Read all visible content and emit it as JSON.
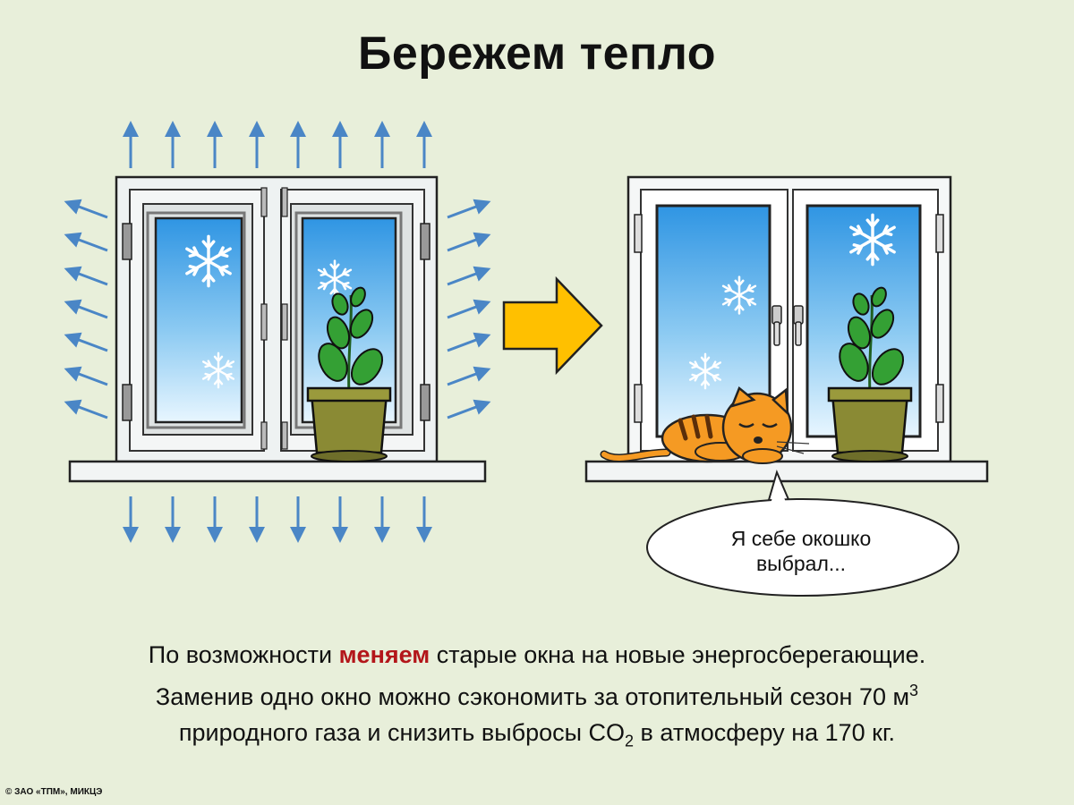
{
  "title": "Бережем тепло",
  "bubble": {
    "line1": "Я себе окошко",
    "line2": "выбрал..."
  },
  "caption": {
    "l1_pre": "По возможности ",
    "l1_hl": "меняем",
    "l1_post": " старые окна на новые энергосберегающие.",
    "l2": "Заменив одно окно можно сэкономить за отопительный сезон 70 м",
    "l2_sup": "3",
    "l3_pre": "природного газа и снизить выбросы CO",
    "l3_sub": "2",
    "l3_post": " в атмосферу на 170 кг."
  },
  "copyright": "© ЗАО «ТПМ», МИКЦЭ",
  "colors": {
    "background": "#e8efda",
    "heat_arrow": "#4a86c6",
    "highlight": "#b3161a",
    "transition_arrow": "#ffc000",
    "cat": "#f59a23",
    "pot": "#8a8a34",
    "leaf": "#2f8f2f",
    "glass": "#3fa2e8"
  },
  "icons": [
    "heat-arrow-icon",
    "snowflake-icon",
    "transition-arrow-icon",
    "plant-icon",
    "cat-icon",
    "speech-bubble-icon"
  ]
}
